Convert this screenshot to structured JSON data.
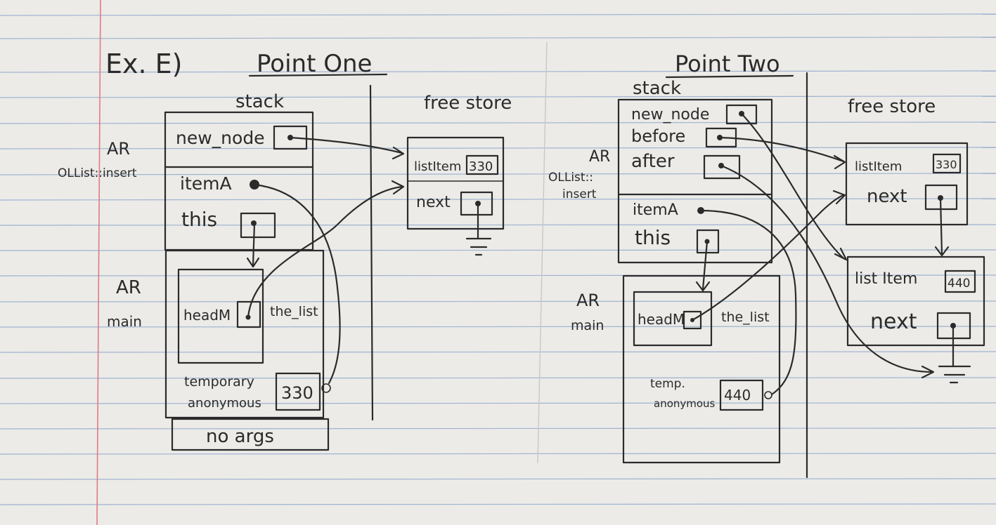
{
  "title": "Ex. E)",
  "panels": {
    "one": {
      "heading": "Point One",
      "stack_label": "stack",
      "freestore_label": "free store",
      "ar_insert": {
        "label_top": "AR",
        "label_bottom": "OLList::insert",
        "new_node": "new_node",
        "itemA": "itemA",
        "this": "this"
      },
      "ar_main": {
        "label_top": "AR",
        "label_bottom": "main",
        "headM": "headM",
        "the_list": "the_list",
        "temp_line1": "temporary",
        "temp_line2": "anonymous",
        "temp_value": "330",
        "args": "no args"
      },
      "node": {
        "listItem": "listItem",
        "value": "330",
        "next": "next"
      }
    },
    "two": {
      "heading": "Point Two",
      "stack_label": "stack",
      "freestore_label": "free store",
      "ar_insert": {
        "label_top": "AR",
        "label_mid": "OLList::",
        "label_bottom": "insert",
        "new_node": "new_node",
        "before": "before",
        "after": "after",
        "itemA": "itemA",
        "this": "this"
      },
      "ar_main": {
        "label_top": "AR",
        "label_bottom": "main",
        "headM": "headM",
        "the_list": "the_list",
        "temp_line1": "temp.",
        "temp_line2": "anonymous",
        "temp_value": "440"
      },
      "node1": {
        "listItem": "listItem",
        "value": "330",
        "next": "next"
      },
      "node2": {
        "listItem": "list Item",
        "value": "440",
        "next": "next"
      }
    }
  },
  "colors": {
    "paper": "#ecebe8",
    "rule": "#9fb3cf",
    "margin": "#e07a86",
    "ink": "#2b2b2b"
  }
}
